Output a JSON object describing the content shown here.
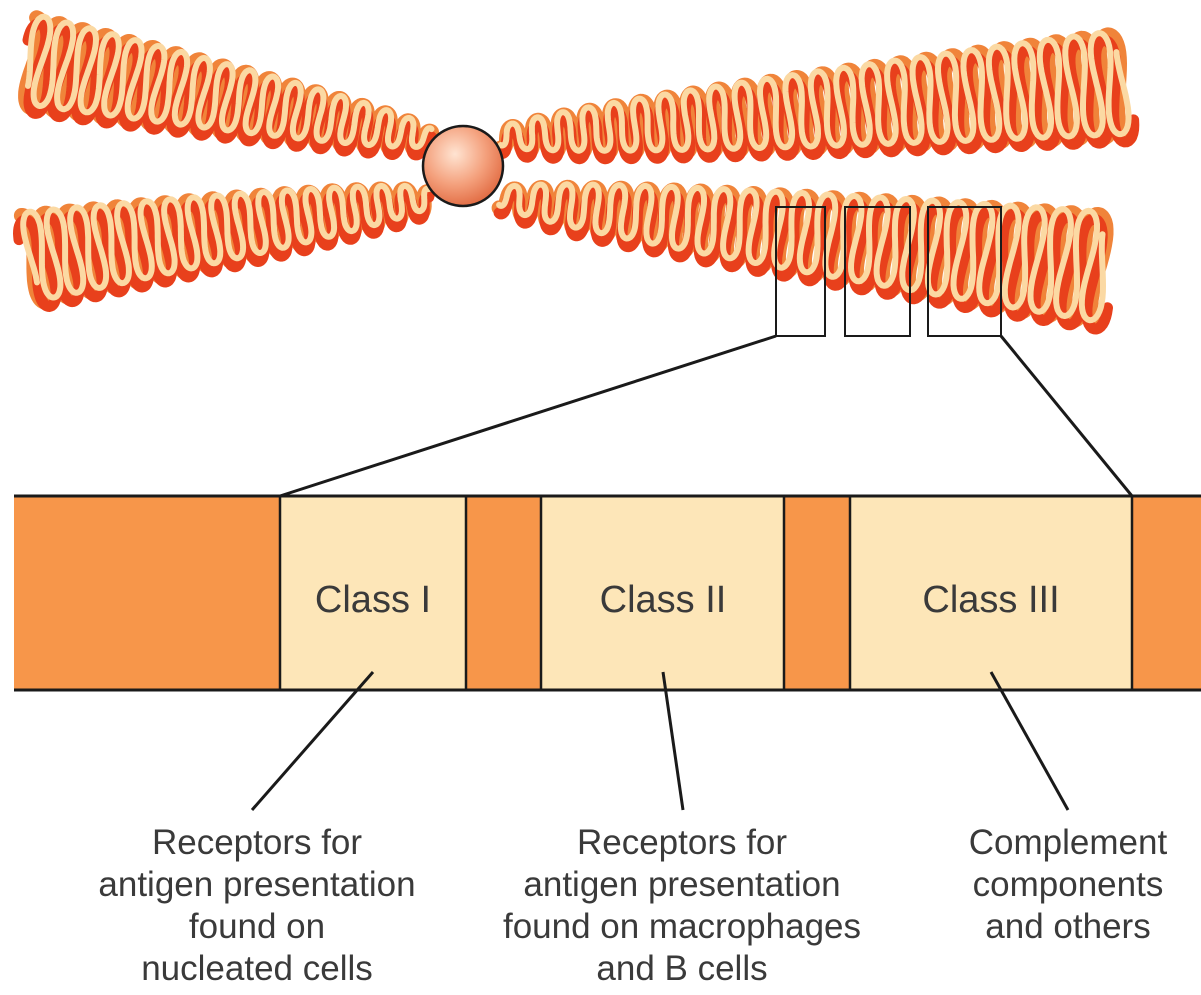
{
  "colors": {
    "chromatin_dark": "#e8401c",
    "chromatin_mid": "#f0843a",
    "chromatin_light": "#fbd9a3",
    "centromere": "#f4a07c",
    "band_orange": "#f7964a",
    "band_pale": "#fde6b8",
    "stroke": "#1a1a1a"
  },
  "regions": [
    {
      "id": "class-1",
      "label": "Class I"
    },
    {
      "id": "class-2",
      "label": "Class II"
    },
    {
      "id": "class-3",
      "label": "Class III"
    }
  ],
  "captions": [
    {
      "lines": [
        "Receptors for",
        "antigen presentation",
        "found on",
        "nucleated cells"
      ]
    },
    {
      "lines": [
        "Receptors for",
        "antigen presentation",
        "found on macrophages",
        "and B cells"
      ]
    },
    {
      "lines": [
        "Complement",
        "components",
        "and others"
      ]
    }
  ]
}
